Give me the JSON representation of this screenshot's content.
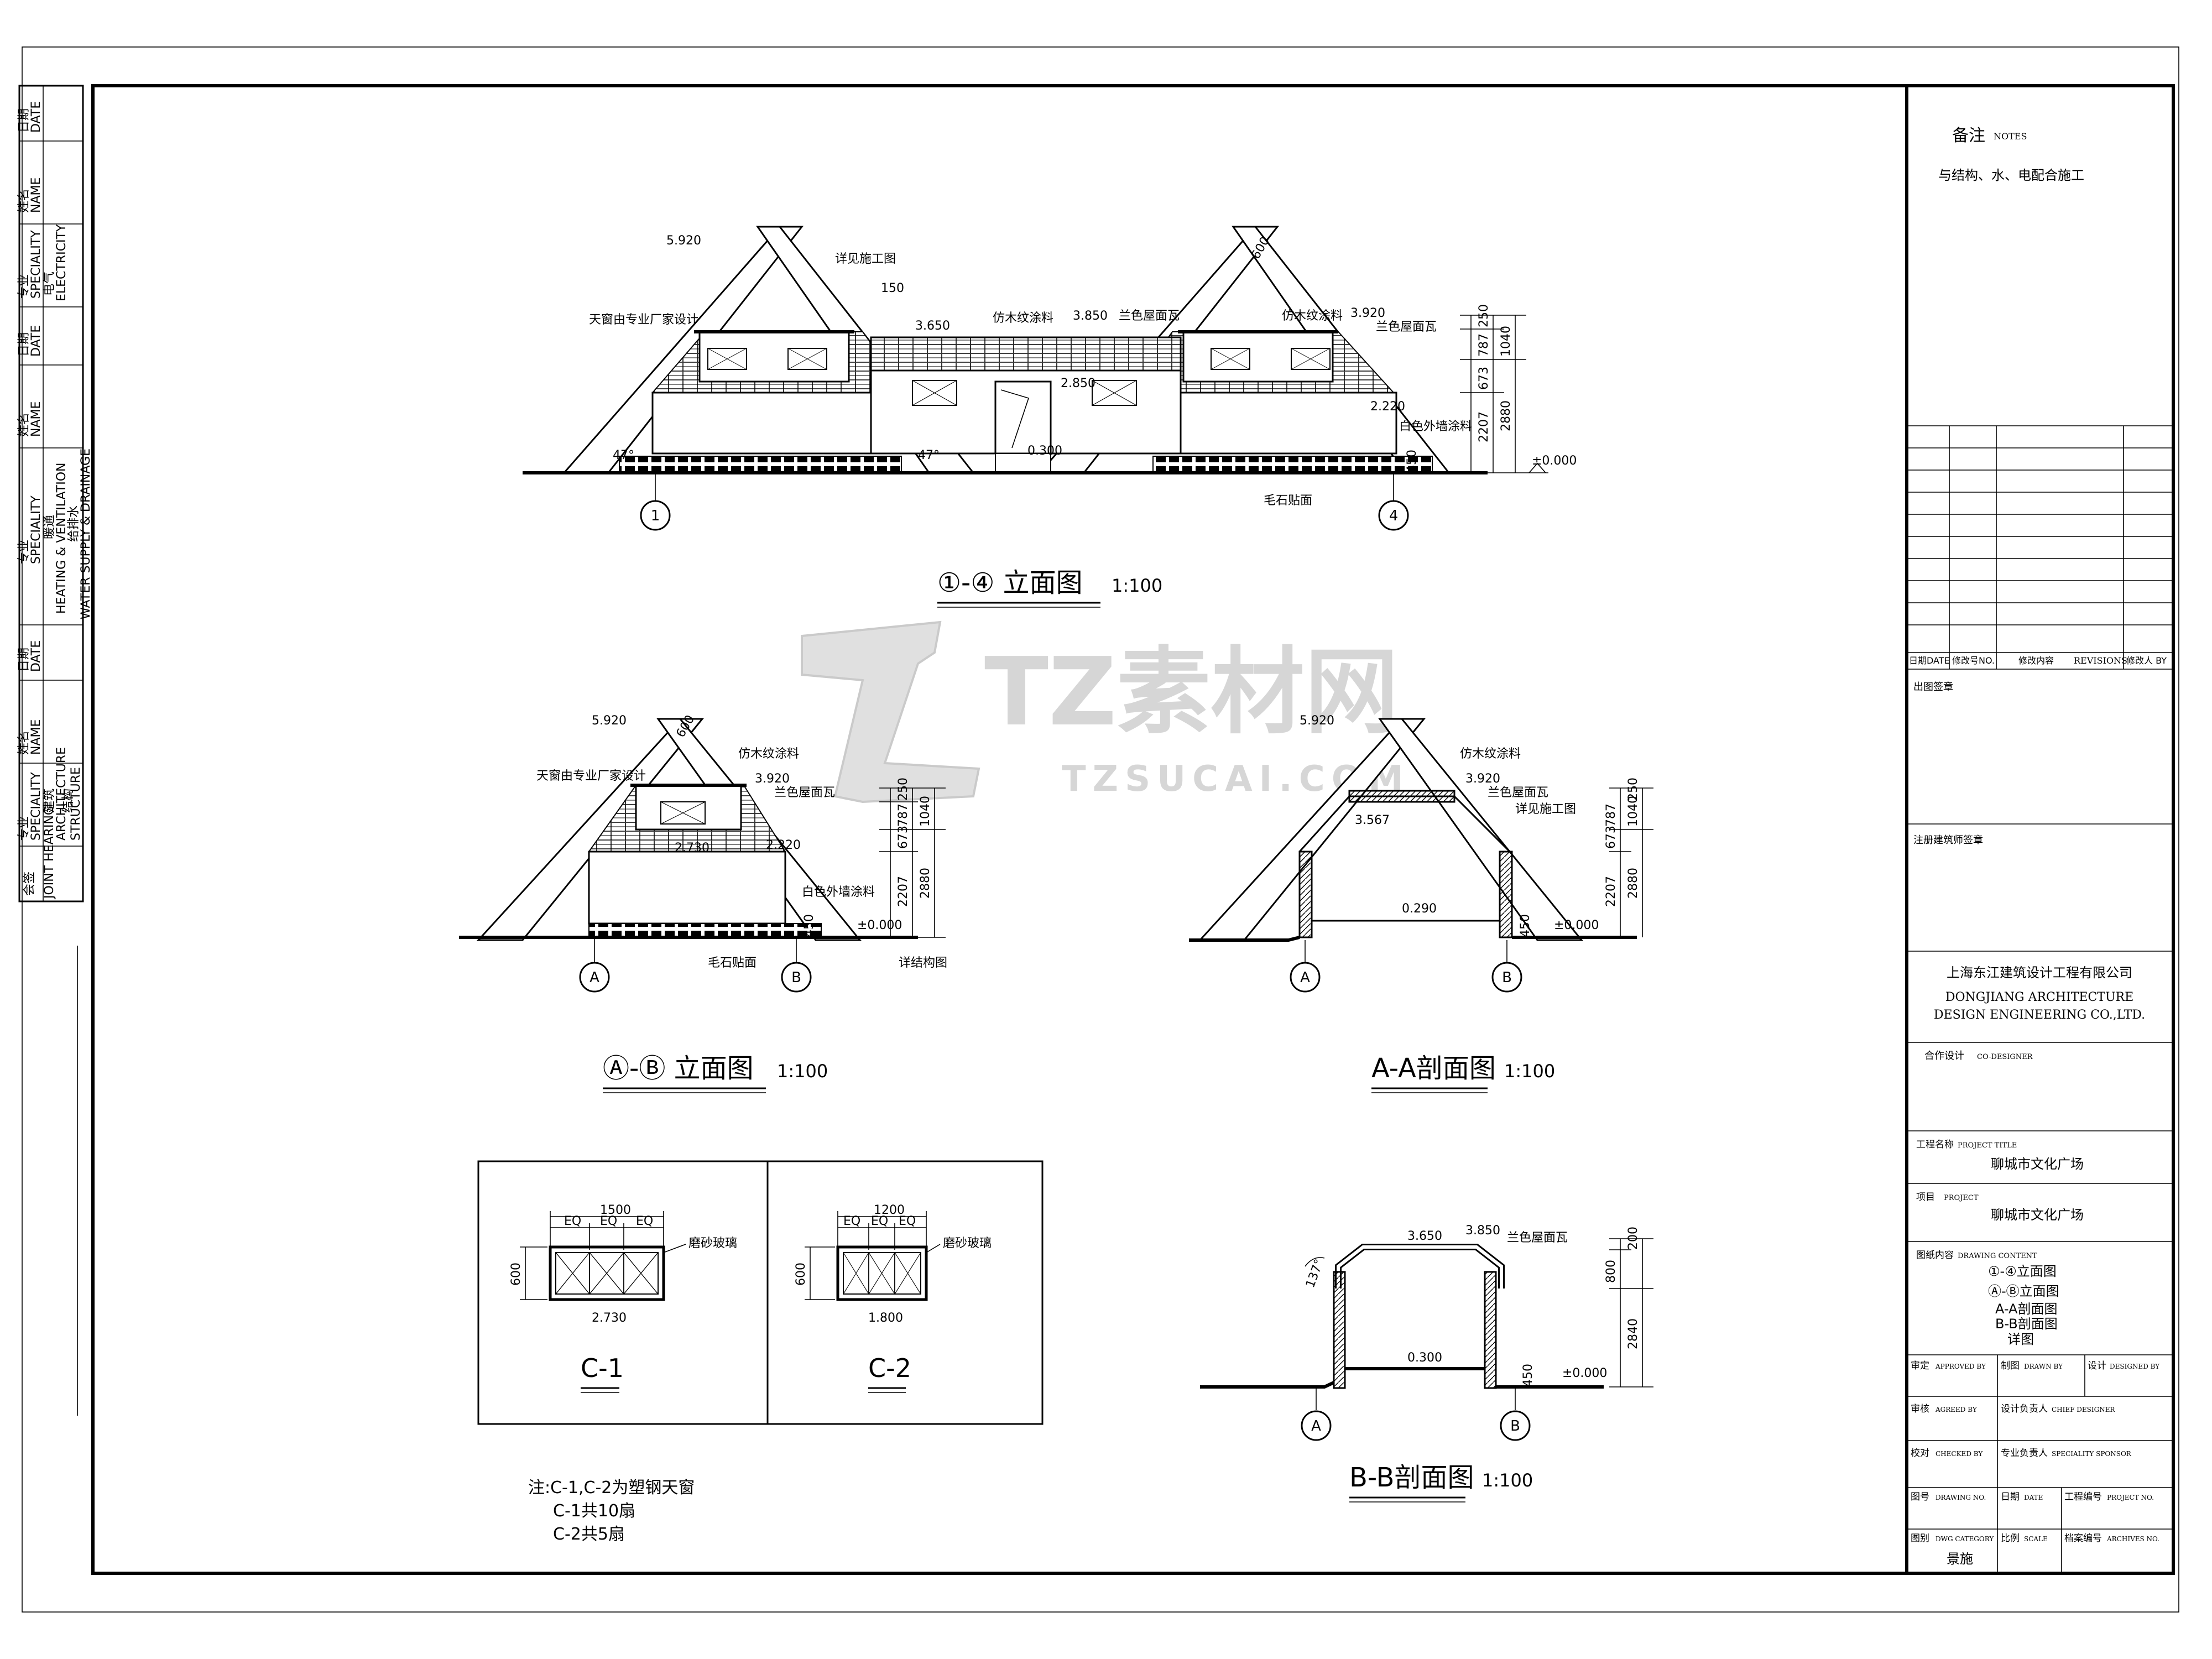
{
  "left_strip": {
    "cells": [
      {
        "zh": "日期",
        "en": "DATE"
      },
      {
        "zh": "姓名",
        "en": "NAME"
      },
      {
        "zh": "专业",
        "en": "SPECIALITY",
        "sub_zh": "电气",
        "sub_en": "ELECTRICITY"
      },
      {
        "zh": "日期",
        "en": "DATE"
      },
      {
        "zh": "姓名",
        "en": "NAME"
      },
      {
        "zh": "专业",
        "en": "SPECIALITY",
        "sub_zh": "暖通",
        "sub_en": "HEATING & VENTILATION",
        "sub2_zh": "给排水",
        "sub2_en": "WATER SUPPLY & DRAINAGE"
      },
      {
        "zh": "日期",
        "en": "DATE"
      },
      {
        "zh": "姓名",
        "en": "NAME"
      },
      {
        "zh": "专业",
        "en": "SPECIALITY",
        "sub_zh": "建筑",
        "sub_en": "ARCHITECTURE",
        "sub2_zh": "结构",
        "sub2_en": "STRUCTURE"
      },
      {
        "zh": "会签",
        "en": "JOINT HEARING"
      }
    ]
  },
  "views": {
    "elev14": {
      "title": "①-④ 立面图",
      "scale": "1:100",
      "labels": [
        "5.920",
        "详见施工图",
        "150",
        "3.650",
        "仿木纹涂料",
        "3.850",
        "兰色屋面瓦",
        "天窗由专业厂家设计",
        "仿木纹涂料",
        "3.920",
        "兰色屋面瓦",
        "2.850",
        "2.220",
        "白色外墙涂料",
        "0.300",
        "毛石贴面",
        "±0.000",
        "47°",
        "47°",
        "450",
        "600"
      ],
      "dims": [
        "250",
        "787",
        "1040",
        "673",
        "2207",
        "2880"
      ],
      "axes": [
        "1",
        "4"
      ]
    },
    "elevAB": {
      "title": "Ⓐ-Ⓑ 立面图",
      "scale": "1:100",
      "labels": [
        "5.920",
        "600",
        "仿木纹涂料",
        "天窗由专业厂家设计",
        "3.920",
        "兰色屋面瓦",
        "2.730",
        "2.220",
        "白色外墙涂料",
        "±0.000",
        "毛石贴面",
        "详结构图",
        "450"
      ],
      "dims": [
        "250",
        "787",
        "1040",
        "673",
        "2207",
        "2880"
      ],
      "axes": [
        "A",
        "B"
      ]
    },
    "secAA": {
      "title": "A-A剖面图",
      "scale": "1:100",
      "labels": [
        "5.920",
        "仿木纹涂料",
        "3.920",
        "兰色屋面瓦",
        "详见施工图",
        "3.567",
        "0.290",
        "±0.000",
        "450"
      ],
      "dims": [
        "250",
        "787",
        "1040",
        "673",
        "2207",
        "2880"
      ],
      "axes": [
        "A",
        "B"
      ]
    },
    "secBB": {
      "title": "B-B剖面图",
      "scale": "1:100",
      "labels": [
        "3.650",
        "3.850",
        "兰色屋面瓦",
        "137°",
        "0.300",
        "±0.000",
        "450"
      ],
      "dims": [
        "200",
        "800",
        "2840"
      ],
      "axes": [
        "A",
        "B"
      ]
    }
  },
  "windows": {
    "c1": {
      "title": "C-1",
      "top": "1500",
      "eq": "EQ",
      "height": "600",
      "bottom": "2.730",
      "glass": "磨砂玻璃"
    },
    "c2": {
      "title": "C-2",
      "top": "1200",
      "eq": "EQ",
      "height": "600",
      "bottom": "1.800",
      "glass": "磨砂玻璃"
    }
  },
  "note": {
    "line1": "注:C-1,C-2为塑钢天窗",
    "line2": "C-1共10扇",
    "line3": "C-2共5扇"
  },
  "watermark": {
    "cn": "TZ素材网",
    "en": "TZSUCAI.COM"
  },
  "title_block": {
    "notes_label": "备注",
    "notes_en": "NOTES",
    "notes_text": "与结构、水、电配合施工",
    "rev_date": "日期DATE",
    "rev_no": "修改号NO.",
    "rev_content": "修改内容",
    "rev_en": "REVISIONS",
    "rev_by": "修改人 BY",
    "issue_stamp": "出图签章",
    "reg_stamp": "注册建筑师签章",
    "company_cn": "上海东江建筑设计工程有限公司",
    "company_en1": "DONGJIANG ARCHITECTURE",
    "company_en2": "DESIGN ENGINEERING CO.,LTD.",
    "codesign": "合作设计",
    "codesign_en": "CO-DESIGNER",
    "proj_title_label": "工程名称",
    "proj_title_en": "PROJECT TITLE",
    "proj_title": "聊城市文化广场",
    "project_label": "项目",
    "project_en": "PROJECT",
    "project": "聊城市文化广场",
    "content_label": "图纸内容",
    "content_en": "DRAWING CONTENT",
    "content_items": [
      "①-④立面图",
      "Ⓐ-Ⓑ立面图",
      "A-A剖面图",
      "B-B剖面图",
      "详图"
    ],
    "approved": "审定",
    "approved_en": "APPROVED BY",
    "drawn": "制图",
    "drawn_en": "DRAWN BY",
    "designed": "设计",
    "designed_en": "DESIGNED BY",
    "audit": "审核",
    "audit_en": "AGREED BY",
    "chief": "设计负责人",
    "chief_en": "CHIEF DESIGNER",
    "checked": "校对",
    "checked_en": "CHECKED BY",
    "sponsor": "专业负责人",
    "sponsor_en": "SPECIALITY SPONSOR",
    "drawing_no": "图号",
    "drawing_no_en": "DRAWING NO.",
    "date": "日期",
    "date_en": "DATE",
    "project_no": "工程编号",
    "project_no_en": "PROJECT NO.",
    "category": "图别",
    "category_en": "DWG CATEGORY",
    "scale": "比例",
    "scale_en": "SCALE",
    "archives": "档案编号",
    "archives_en": "ARCHIVES NO.",
    "category_value": "景施"
  }
}
